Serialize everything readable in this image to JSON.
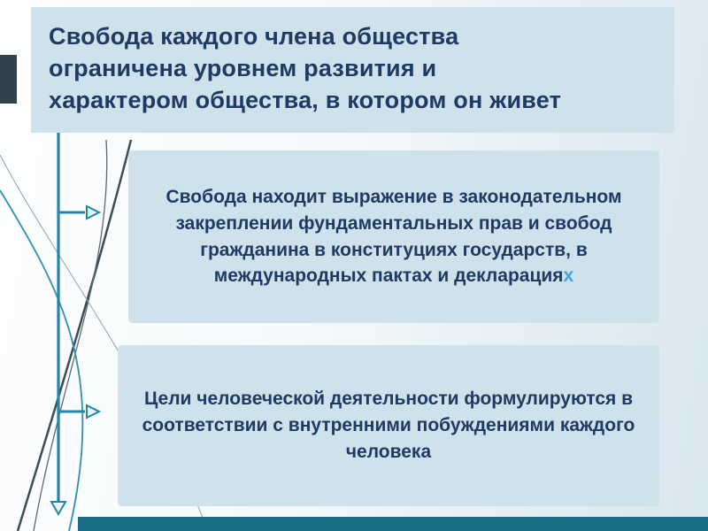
{
  "title": {
    "lines": [
      "Свобода каждого члена общества",
      "ограничена уровнем развития и",
      "характером общества, в котором он живет"
    ]
  },
  "boxes": [
    {
      "text": "Свобода находит выражение в законодательном закреплении фундаментальных прав и свобод гражданина в конституциях государств, в международных пактах и декларация",
      "suffix": "х"
    },
    {
      "text": "Цели человеческой деятельности формулируются в соответствии с внутренними побуждениями каждого человека"
    }
  ],
  "icons": {
    "arrow_right_1": "right-arrowhead",
    "arrow_right_2": "right-arrowhead",
    "arrow_down": "down-arrowhead"
  },
  "colors": {
    "title_text": "#1f3a63",
    "panel_bg": "#cfe1ea",
    "accent_teal": "#2186ad",
    "suffix_blue": "#41a8d0",
    "corner_dark": "#33424c",
    "bottom_bar": "#1a6e86"
  }
}
